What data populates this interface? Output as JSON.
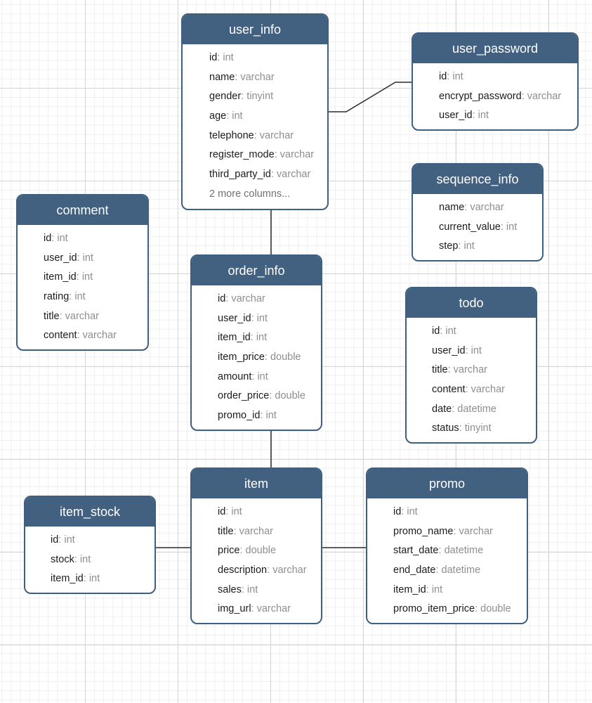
{
  "colors": {
    "header": "#42607f",
    "border": "#3f5f80",
    "type_text": "#8e8e8e",
    "grid": "#d6d6d6"
  },
  "tables": {
    "user_info": {
      "title": "user_info",
      "columns": [
        {
          "name": "id",
          "type": "int"
        },
        {
          "name": "name",
          "type": "varchar"
        },
        {
          "name": "gender",
          "type": "tinyint"
        },
        {
          "name": "age",
          "type": "int"
        },
        {
          "name": "telephone",
          "type": "varchar"
        },
        {
          "name": "register_mode",
          "type": "varchar"
        },
        {
          "name": "third_party_id",
          "type": "varchar"
        }
      ],
      "more": "2 more columns..."
    },
    "user_password": {
      "title": "user_password",
      "columns": [
        {
          "name": "id",
          "type": "int"
        },
        {
          "name": "encrypt_password",
          "type": "varchar"
        },
        {
          "name": "user_id",
          "type": "int"
        }
      ]
    },
    "sequence_info": {
      "title": "sequence_info",
      "columns": [
        {
          "name": "name",
          "type": "varchar"
        },
        {
          "name": "current_value",
          "type": "int"
        },
        {
          "name": "step",
          "type": "int"
        }
      ]
    },
    "comment": {
      "title": "comment",
      "columns": [
        {
          "name": "id",
          "type": "int"
        },
        {
          "name": "user_id",
          "type": "int"
        },
        {
          "name": "item_id",
          "type": "int"
        },
        {
          "name": "rating",
          "type": "int"
        },
        {
          "name": "title",
          "type": "varchar"
        },
        {
          "name": "content",
          "type": "varchar"
        }
      ]
    },
    "order_info": {
      "title": "order_info",
      "columns": [
        {
          "name": "id",
          "type": "varchar"
        },
        {
          "name": "user_id",
          "type": "int"
        },
        {
          "name": "item_id",
          "type": "int"
        },
        {
          "name": "item_price",
          "type": "double"
        },
        {
          "name": "amount",
          "type": "int"
        },
        {
          "name": "order_price",
          "type": "double"
        },
        {
          "name": "promo_id",
          "type": "int"
        }
      ]
    },
    "todo": {
      "title": "todo",
      "columns": [
        {
          "name": "id",
          "type": "int"
        },
        {
          "name": "user_id",
          "type": "int"
        },
        {
          "name": "title",
          "type": "varchar"
        },
        {
          "name": "content",
          "type": "varchar"
        },
        {
          "name": "date",
          "type": "datetime"
        },
        {
          "name": "status",
          "type": "tinyint"
        }
      ]
    },
    "item": {
      "title": "item",
      "columns": [
        {
          "name": "id",
          "type": "int"
        },
        {
          "name": "title",
          "type": "varchar"
        },
        {
          "name": "price",
          "type": "double"
        },
        {
          "name": "description",
          "type": "varchar"
        },
        {
          "name": "sales",
          "type": "int"
        },
        {
          "name": "img_url",
          "type": "varchar"
        }
      ]
    },
    "item_stock": {
      "title": "item_stock",
      "columns": [
        {
          "name": "id",
          "type": "int"
        },
        {
          "name": "stock",
          "type": "int"
        },
        {
          "name": "item_id",
          "type": "int"
        }
      ]
    },
    "promo": {
      "title": "promo",
      "columns": [
        {
          "name": "id",
          "type": "int"
        },
        {
          "name": "promo_name",
          "type": "varchar"
        },
        {
          "name": "start_date",
          "type": "datetime"
        },
        {
          "name": "end_date",
          "type": "datetime"
        },
        {
          "name": "item_id",
          "type": "int"
        },
        {
          "name": "promo_item_price",
          "type": "double"
        }
      ]
    }
  }
}
